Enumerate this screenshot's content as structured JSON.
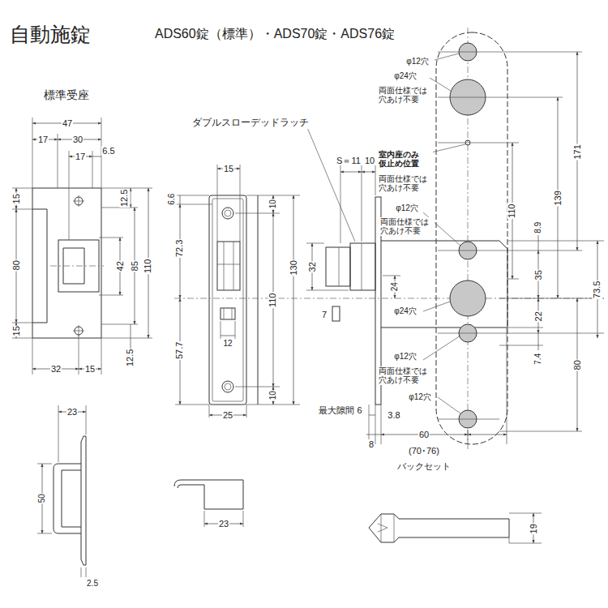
{
  "diagram": {
    "title": "自動施錠",
    "labels": [
      "ADS60錠（標準）・ADS70錠・ADS76錠",
      "標準受座",
      "47",
      "17",
      "30",
      "17",
      "6.5",
      "12.5",
      "15",
      "80",
      "15",
      "42",
      "85",
      "110",
      "12.5",
      "32",
      "15",
      "23",
      "50",
      "2.5",
      "ダブルスローデッドラッチ",
      "15",
      "6.6",
      "72.3",
      "57.7",
      "12",
      "10",
      "110",
      "130",
      "10",
      "25",
      "23",
      "S＝11",
      "10",
      "32",
      "24",
      "7",
      "最大隙間 6",
      "3.8",
      "8",
      "60",
      "(70･76)",
      "バックセット",
      "φ12穴",
      "φ24穴",
      "両面仕様では 穴あけ不要",
      "室内座のみ 仮止め位置",
      "両面仕様では 穴あけ不要",
      "φ12穴",
      "両面仕様では 穴あけ不要",
      "φ24穴",
      "φ12穴",
      "両面仕様では 穴あけ不要",
      "φ12穴",
      "110",
      "139",
      "171",
      "8.9",
      "35",
      "22",
      "7.4",
      "73.5",
      "80",
      "19"
    ]
  }
}
